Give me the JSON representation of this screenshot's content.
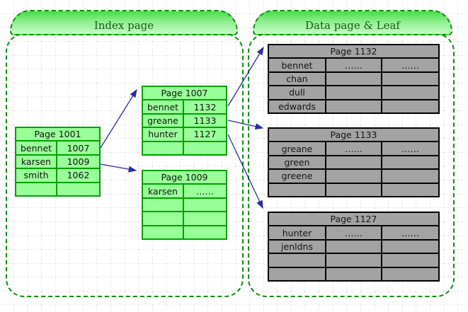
{
  "sections": {
    "index": {
      "title": "Index page"
    },
    "data": {
      "title": "Data page & Leaf"
    }
  },
  "tables": {
    "page1001": {
      "title": "Page 1001",
      "rows": [
        [
          "bennet",
          "1007"
        ],
        [
          "karsen",
          "1009"
        ],
        [
          "smith",
          "1062"
        ],
        [
          "",
          ""
        ]
      ]
    },
    "page1007": {
      "title": "Page 1007",
      "rows": [
        [
          "bennet",
          "1132"
        ],
        [
          "greane",
          "1133"
        ],
        [
          "hunter",
          "1127"
        ],
        [
          "",
          ""
        ]
      ]
    },
    "page1009": {
      "title": "Page 1009",
      "rows": [
        [
          "karsen",
          "……"
        ],
        [
          "",
          ""
        ],
        [
          "",
          ""
        ],
        [
          "",
          ""
        ]
      ]
    },
    "page1132": {
      "title": "Page 1132",
      "rows": [
        [
          "bennet",
          "……",
          "……"
        ],
        [
          "chan",
          "",
          ""
        ],
        [
          "dull",
          "",
          ""
        ],
        [
          "edwards",
          "",
          ""
        ]
      ]
    },
    "page1133": {
      "title": "Page 1133",
      "rows": [
        [
          "greane",
          "……",
          "……"
        ],
        [
          "green",
          "",
          ""
        ],
        [
          "greene",
          "",
          ""
        ],
        [
          "",
          "",
          ""
        ]
      ]
    },
    "page1127": {
      "title": "Page 1127",
      "rows": [
        [
          "hunter",
          "……",
          "……"
        ],
        [
          "jenldns",
          "",
          ""
        ],
        [
          "",
          "",
          ""
        ],
        [
          "",
          "",
          ""
        ]
      ]
    }
  },
  "arrows": [
    {
      "from": "page1001.bennet",
      "to": "page1007"
    },
    {
      "from": "page1001.karsen",
      "to": "page1009"
    },
    {
      "from": "page1007.bennet",
      "to": "page1132"
    },
    {
      "from": "page1007.greane",
      "to": "page1133"
    },
    {
      "from": "page1007.hunter",
      "to": "page1127"
    }
  ],
  "colors": {
    "index_fill": "#99ff99",
    "index_border": "#00a000",
    "data_fill": "#a3a3a3",
    "data_border": "#000000",
    "arrow": "#2b2ba6",
    "panel_border": "#0a8f0a",
    "grid_line": "#cfcfcf"
  }
}
